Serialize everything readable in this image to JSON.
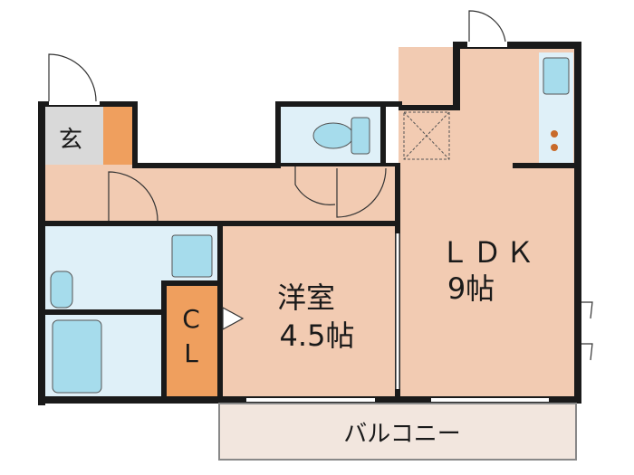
{
  "rooms": {
    "genkan": {
      "label": "玄"
    },
    "ldk": {
      "name": "ＬＤＫ",
      "size": "9帖"
    },
    "western": {
      "name": "洋室",
      "size": "4.5帖"
    },
    "closet": {
      "line1": "C",
      "line2": "L"
    },
    "balcony": {
      "label": "バルコニー"
    }
  },
  "colors": {
    "floor": "#f2cbb2",
    "wet_area": "#dff0f8",
    "fixture": "#a6dcec",
    "closet": "#ef9f5e",
    "genkan": "#d9d9d9",
    "wall": "#1a1a1a",
    "balcony": "#f2e6de"
  }
}
